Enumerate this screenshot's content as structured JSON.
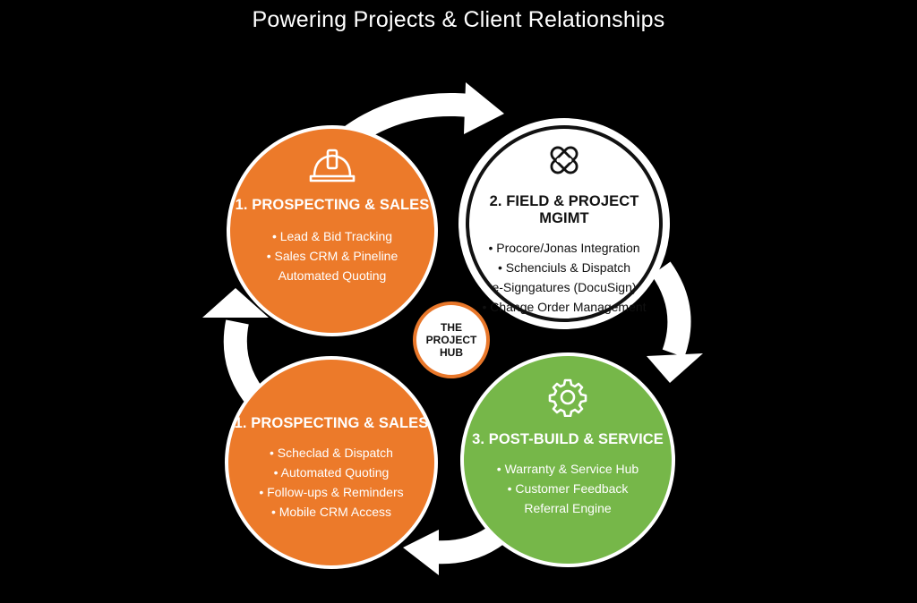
{
  "title": "Powering Projects & Client Relationships",
  "hub": {
    "line1": "THE",
    "line2": "PROJECT",
    "line3": "HUB"
  },
  "stages": [
    {
      "title": "1. PROSPECTING & SALES",
      "icon": "hard-hat-icon",
      "color": "#ec7a2a",
      "items": [
        "• Lead & Bid Tracking",
        "• Sales CRM & Pineline",
        "Automated Quoting"
      ]
    },
    {
      "title": "2. FIELD & PROJECT MGIMT",
      "icon": "broken-link-icon",
      "color": "#ffffff",
      "items": [
        "• Procore/Jonas Integration",
        "• Schenciuls & Dispatch",
        "e-Signgatures (DocuSign)",
        "• Change Order Management"
      ]
    },
    {
      "title": "3. POST-BUILD & SERVICE",
      "icon": "gear-icon",
      "color": "#76b749",
      "items": [
        "• Warranty & Service Hub",
        "• Customer Feedback",
        "Referral Engine"
      ]
    },
    {
      "title": "1. PROSPECTING & SALES",
      "icon": "",
      "color": "#ec7a2a",
      "items": [
        "• Scheclad & Dispatch",
        "• Automated Quoting",
        "• Follow-ups & Reminders",
        "• Mobile CRM Access"
      ]
    }
  ]
}
